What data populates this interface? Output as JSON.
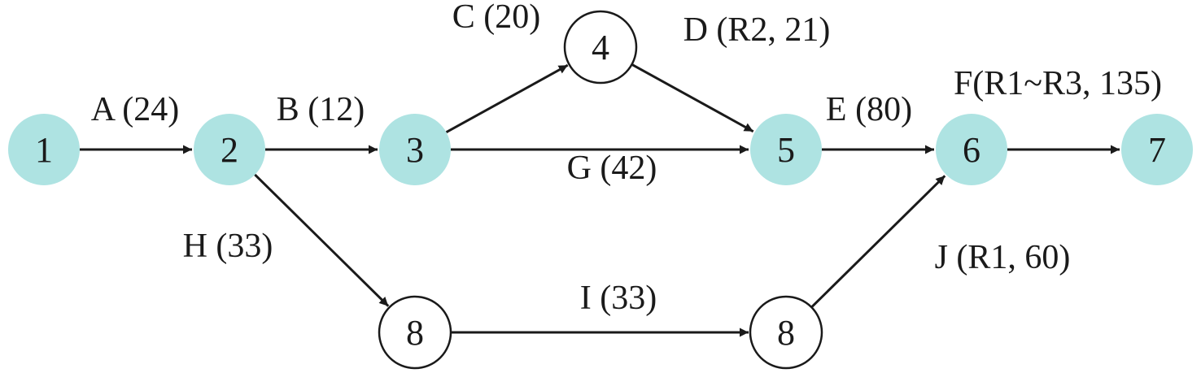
{
  "colors": {
    "critical": "#aee3e2",
    "normal": "#ffffff",
    "stroke": "#1a1a1a"
  },
  "nodes": [
    {
      "id": "n1",
      "label": "1",
      "critical": true
    },
    {
      "id": "n2",
      "label": "2",
      "critical": true
    },
    {
      "id": "n3",
      "label": "3",
      "critical": true
    },
    {
      "id": "n4",
      "label": "4",
      "critical": false
    },
    {
      "id": "n5",
      "label": "5",
      "critical": true
    },
    {
      "id": "n6",
      "label": "6",
      "critical": true
    },
    {
      "id": "n7",
      "label": "7",
      "critical": true
    },
    {
      "id": "n8a",
      "label": "8",
      "critical": false
    },
    {
      "id": "n8b",
      "label": "8",
      "critical": false
    }
  ],
  "edges": [
    {
      "id": "A",
      "from": "n1",
      "to": "n2",
      "label": "A (24)"
    },
    {
      "id": "B",
      "from": "n2",
      "to": "n3",
      "label": "B (12)"
    },
    {
      "id": "C",
      "from": "n3",
      "to": "n4",
      "label": "C (20)"
    },
    {
      "id": "D",
      "from": "n4",
      "to": "n5",
      "label": "D (R2, 21)"
    },
    {
      "id": "G",
      "from": "n3",
      "to": "n5",
      "label": "G (42)"
    },
    {
      "id": "E",
      "from": "n5",
      "to": "n6",
      "label": "E (80)"
    },
    {
      "id": "F",
      "from": "n6",
      "to": "n7",
      "label": "F(R1~R3, 135)"
    },
    {
      "id": "H",
      "from": "n2",
      "to": "n8a",
      "label": "H (33)"
    },
    {
      "id": "I",
      "from": "n8a",
      "to": "n8b",
      "label": "I (33)"
    },
    {
      "id": "J",
      "from": "n8b",
      "to": "n6",
      "label": "J (R1, 60)"
    }
  ]
}
